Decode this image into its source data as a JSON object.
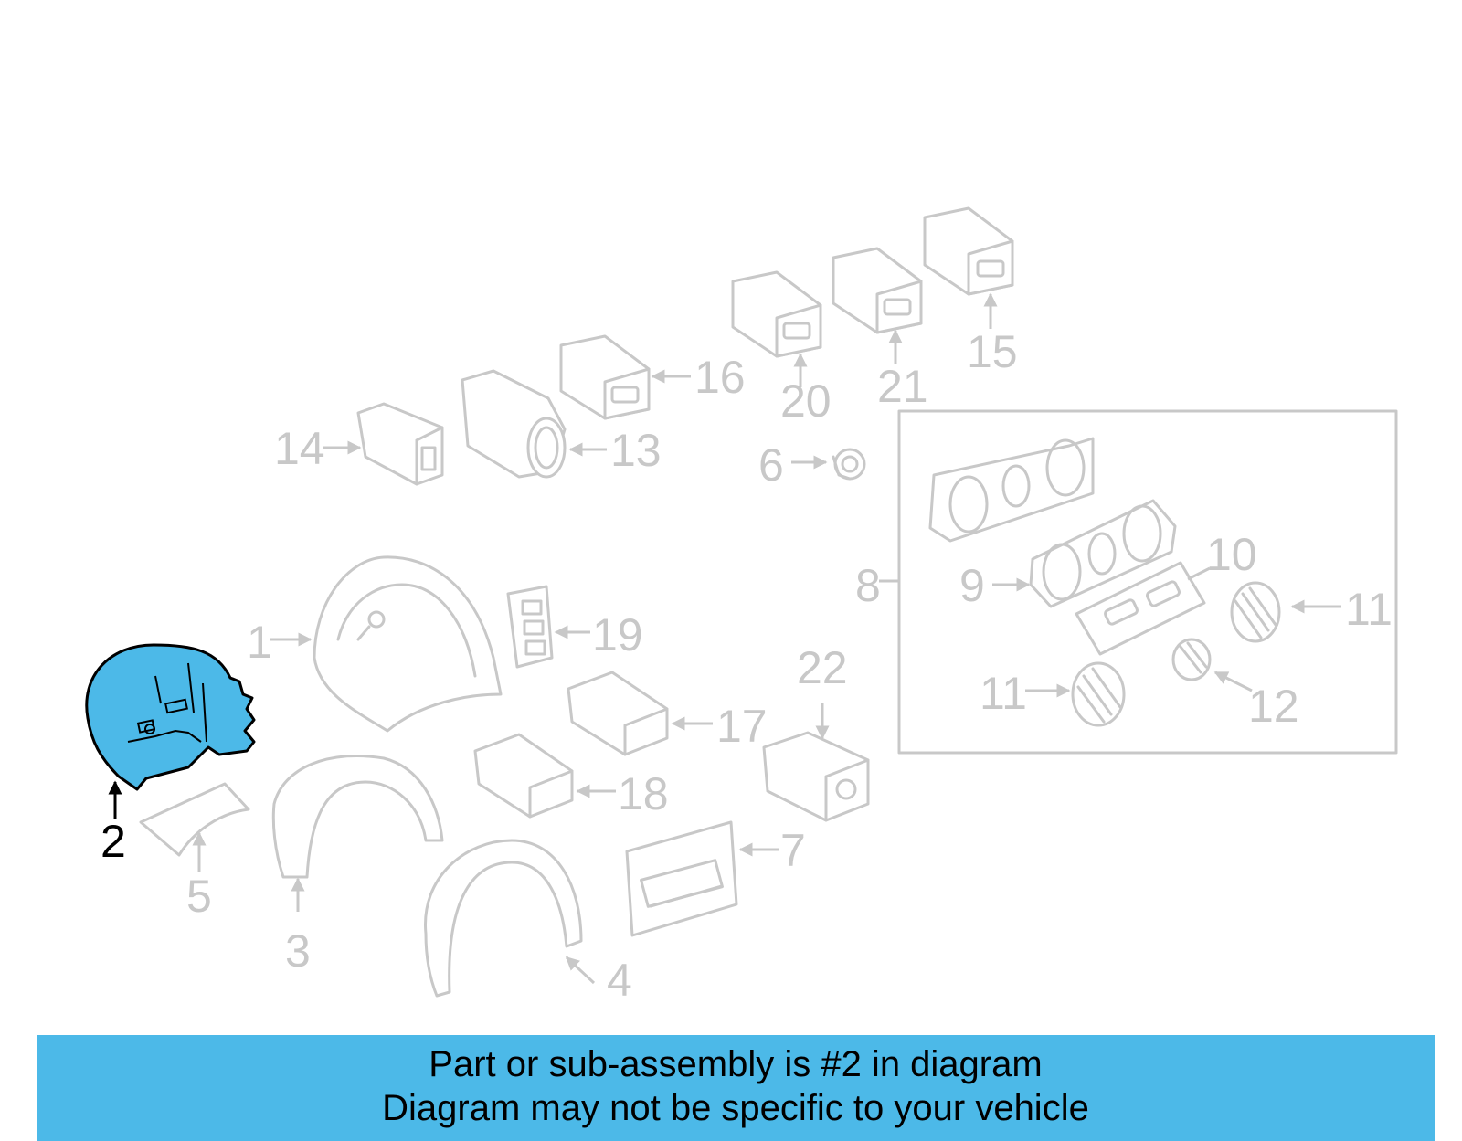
{
  "colors": {
    "highlight": "#4cb9e8",
    "faded_parts": "#c8c8c8",
    "banner": "#4cb9e8"
  },
  "callouts": {
    "c1": "1",
    "c2": "2",
    "c3": "3",
    "c4": "4",
    "c5": "5",
    "c6": "6",
    "c7": "7",
    "c8": "8",
    "c9": "9",
    "c10": "10",
    "c11a": "11",
    "c11b": "11",
    "c12": "12",
    "c13": "13",
    "c14": "14",
    "c15": "15",
    "c16": "16",
    "c17": "17",
    "c18": "18",
    "c19": "19",
    "c20": "20",
    "c21": "21",
    "c22": "22"
  },
  "highlighted_part": "2",
  "banner": {
    "line1": "Part or sub-assembly is #2 in diagram",
    "line2": "Diagram may not be specific to your vehicle"
  }
}
